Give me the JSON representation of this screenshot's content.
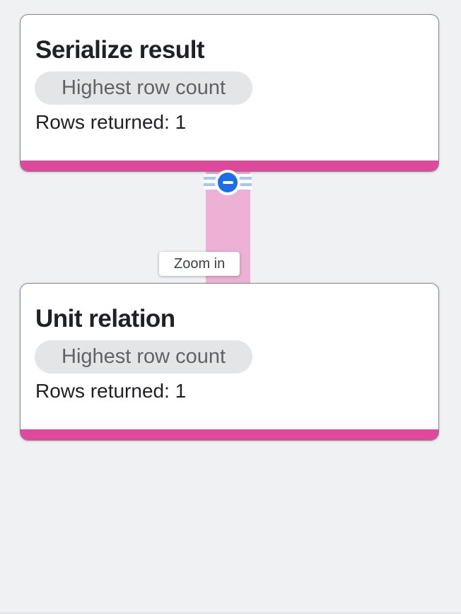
{
  "graph": {
    "nodes": [
      {
        "title": "Serialize result",
        "badge": "Highest row count",
        "rows": "Rows returned: 1"
      },
      {
        "title": "Unit relation",
        "badge": "Highest row count",
        "rows": "Rows returned: 1"
      }
    ],
    "edge": {
      "collapse_icon": "minus-circle-icon",
      "tooltip": "Zoom in"
    }
  },
  "colors": {
    "canvas_background": "#F0F1F3",
    "node_background": "#FFFFFF",
    "node_border": "#83878C",
    "node_accent_bar": "#E0489B",
    "edge_fill": "#ECB1D4",
    "edge_stripe": "#A5C6F9",
    "collapse_button_blue": "#1C6EE8",
    "badge_background": "#E4E5E7",
    "badge_text": "#5F6368",
    "title_text": "#202124",
    "tooltip_text": "#3C4043"
  }
}
